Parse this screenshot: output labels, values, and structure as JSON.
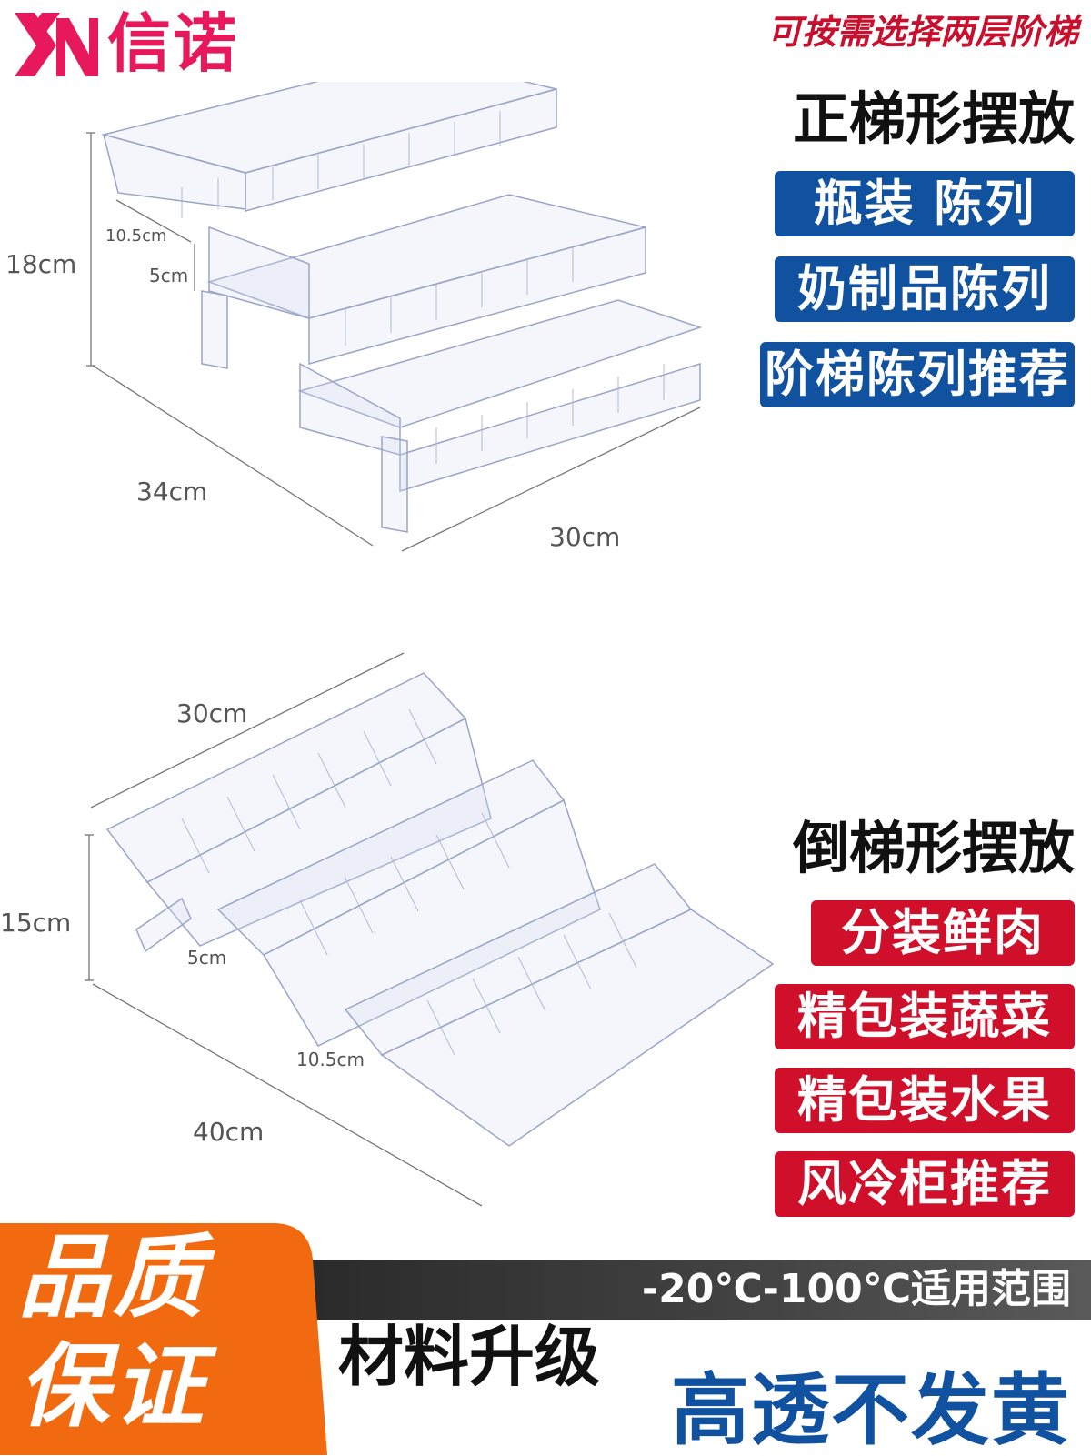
{
  "brand": {
    "name": "信诺",
    "logo_text": "XN",
    "color": "#e8185c"
  },
  "top_slogan": "可按需选择两层阶梯",
  "upright": {
    "title": "正梯形摆放",
    "tags": [
      "瓶装 陈列",
      "奶制品陈列",
      "阶梯陈列推荐"
    ],
    "dims": {
      "height": "18cm",
      "step": "10.5cm",
      "gap": "5cm",
      "depth": "34cm",
      "width": "30cm"
    }
  },
  "inverted": {
    "title": "倒梯形摆放",
    "tags": [
      "分装鲜肉",
      "精包装蔬菜",
      "精包装水果",
      "风冷柜推荐"
    ],
    "dims": {
      "width": "30cm",
      "height": "15cm",
      "gap": "5cm",
      "step": "10.5cm",
      "depth": "40cm"
    }
  },
  "bottom": {
    "quality_line1": "品质",
    "quality_line2": "保证",
    "temp_range": "-20℃-100℃适用范围",
    "material": "材料升级",
    "clear": "高透不发黄"
  },
  "colors": {
    "blue": "#1152a0",
    "red": "#d0102a",
    "orange": "#f26a0f",
    "slogan_red": "#c8102e"
  }
}
